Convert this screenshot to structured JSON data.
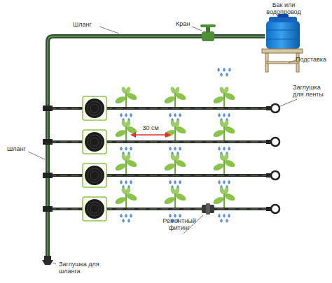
{
  "diagram": {
    "labels": [
      "Шланг",
      "Бак или водопровод",
      "Кран",
      "Подставка",
      "Заглушка для ленты",
      "30 см",
      "Шланг",
      "Ремонтный фитинг",
      "Заглушка для шланга"
    ]
  }
}
